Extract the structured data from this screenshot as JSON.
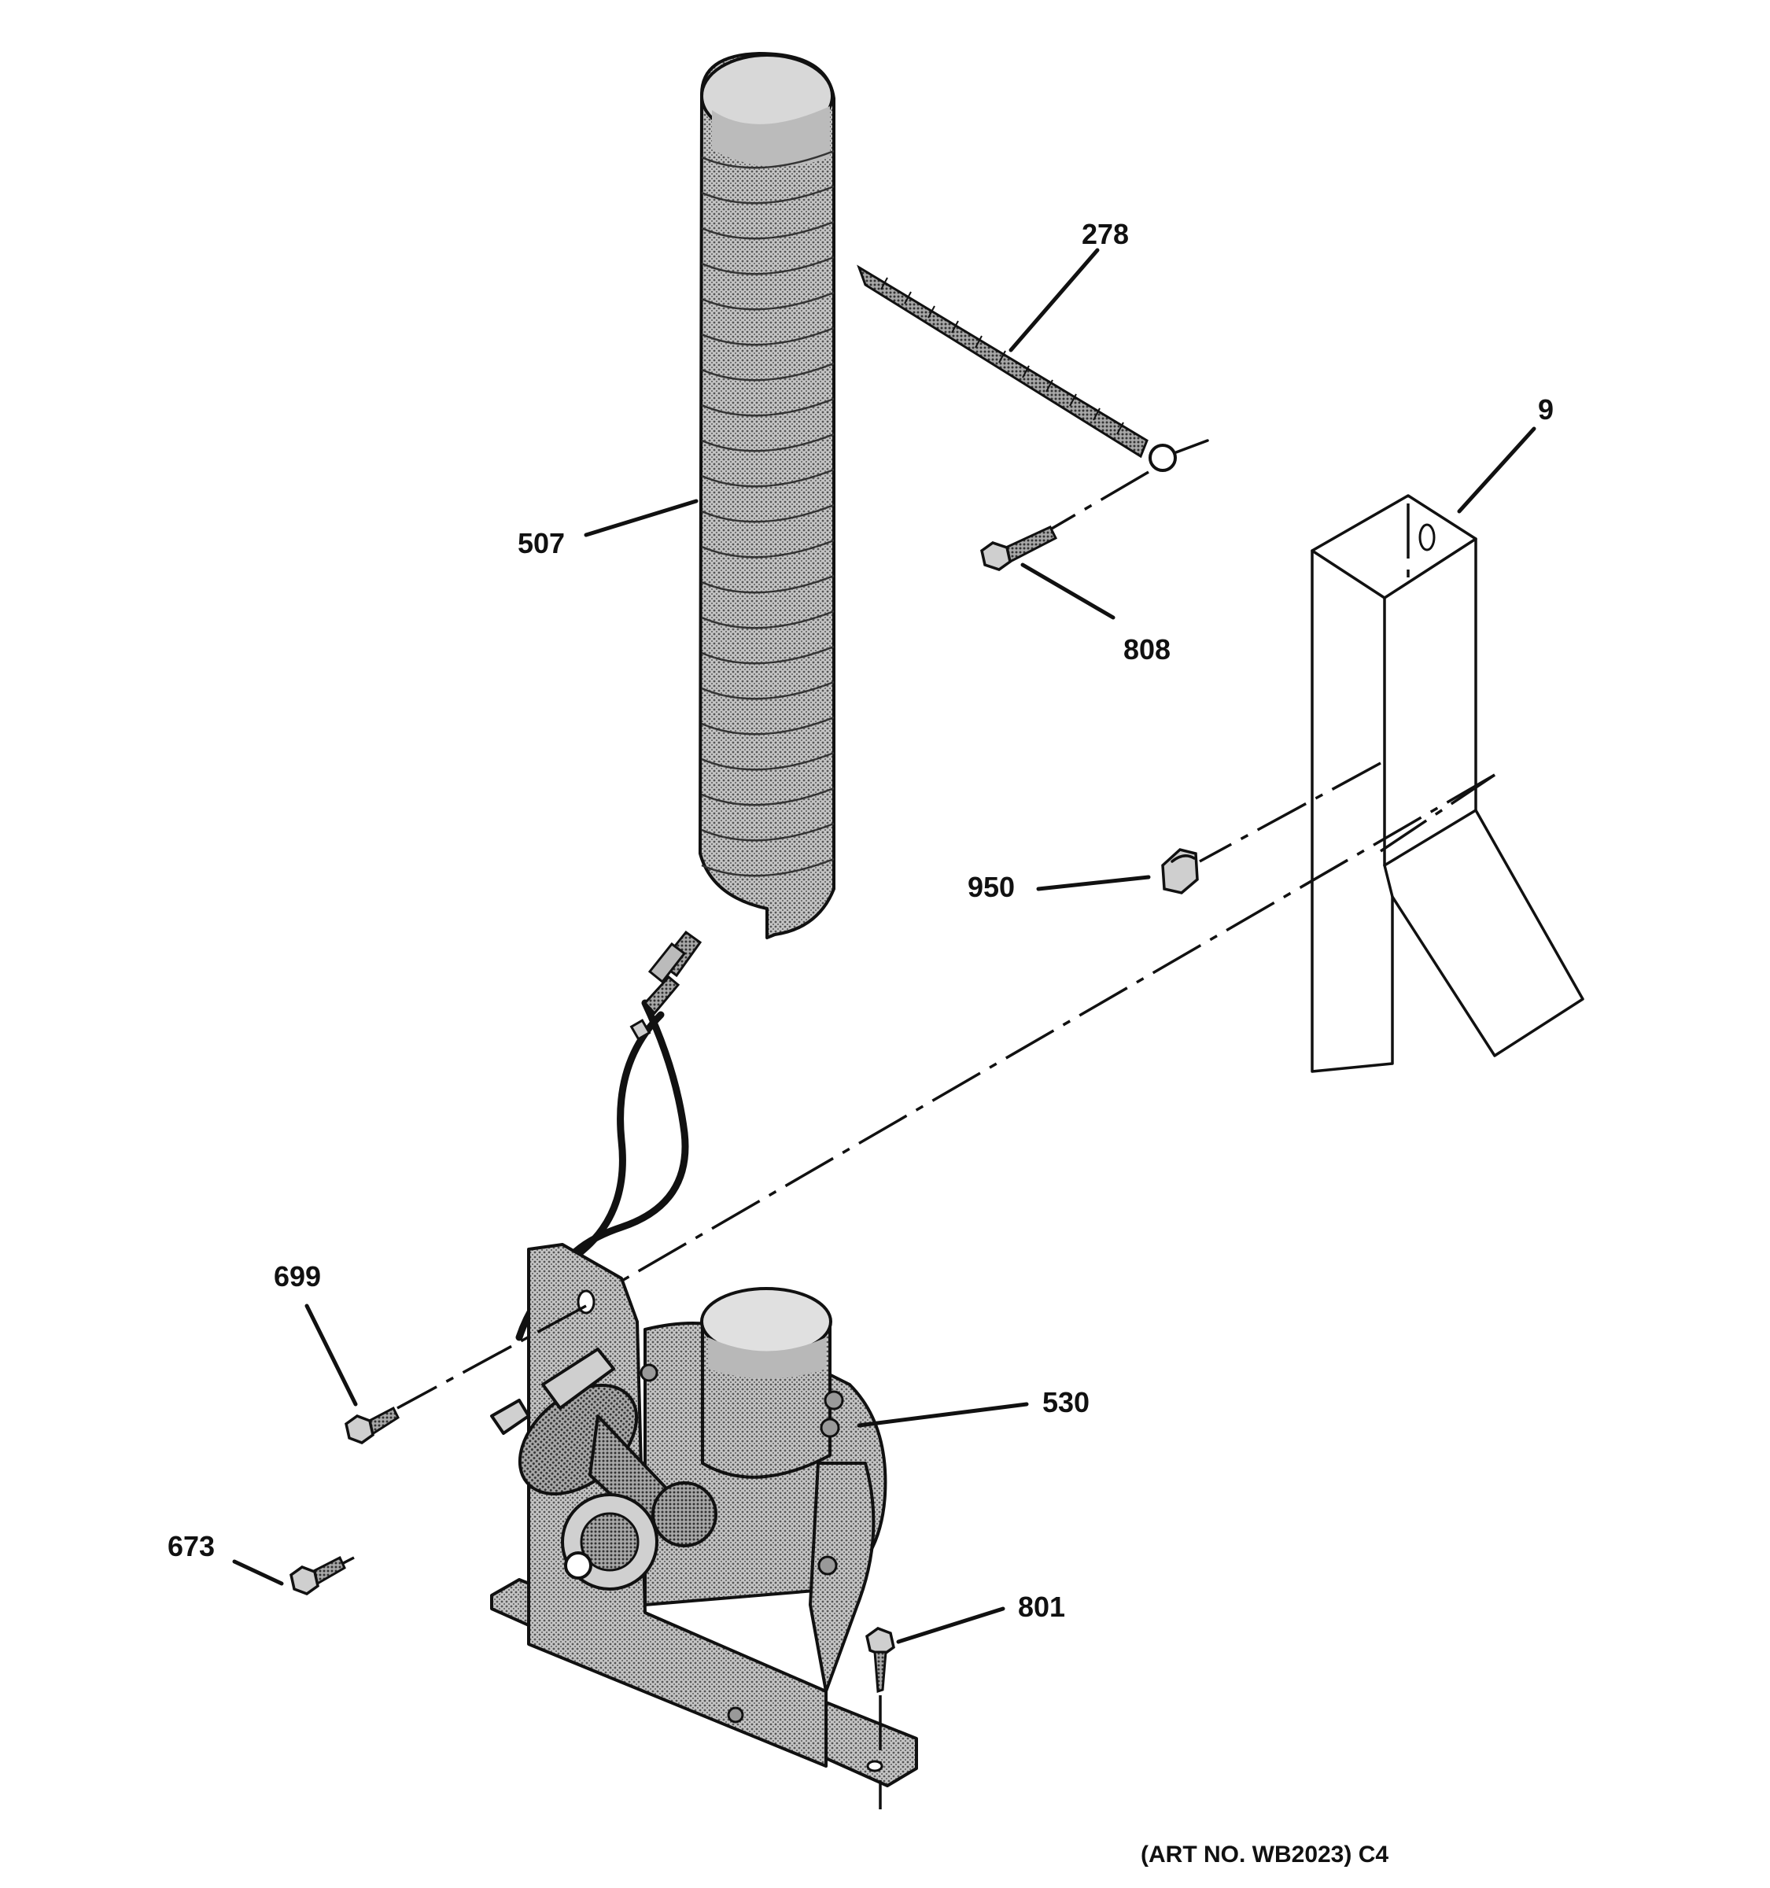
{
  "diagram": {
    "callouts": [
      {
        "id": "278",
        "text": "278"
      },
      {
        "id": "9",
        "text": "9"
      },
      {
        "id": "507",
        "text": "507"
      },
      {
        "id": "808",
        "text": "808"
      },
      {
        "id": "950",
        "text": "950"
      },
      {
        "id": "699",
        "text": "699"
      },
      {
        "id": "530",
        "text": "530"
      },
      {
        "id": "673",
        "text": "673"
      },
      {
        "id": "801",
        "text": "801"
      }
    ],
    "art_number": "(ART NO. WB2023) C4"
  },
  "colors": {
    "ink": "#111111",
    "shade": "#9a9a9a",
    "background": "#ffffff"
  }
}
